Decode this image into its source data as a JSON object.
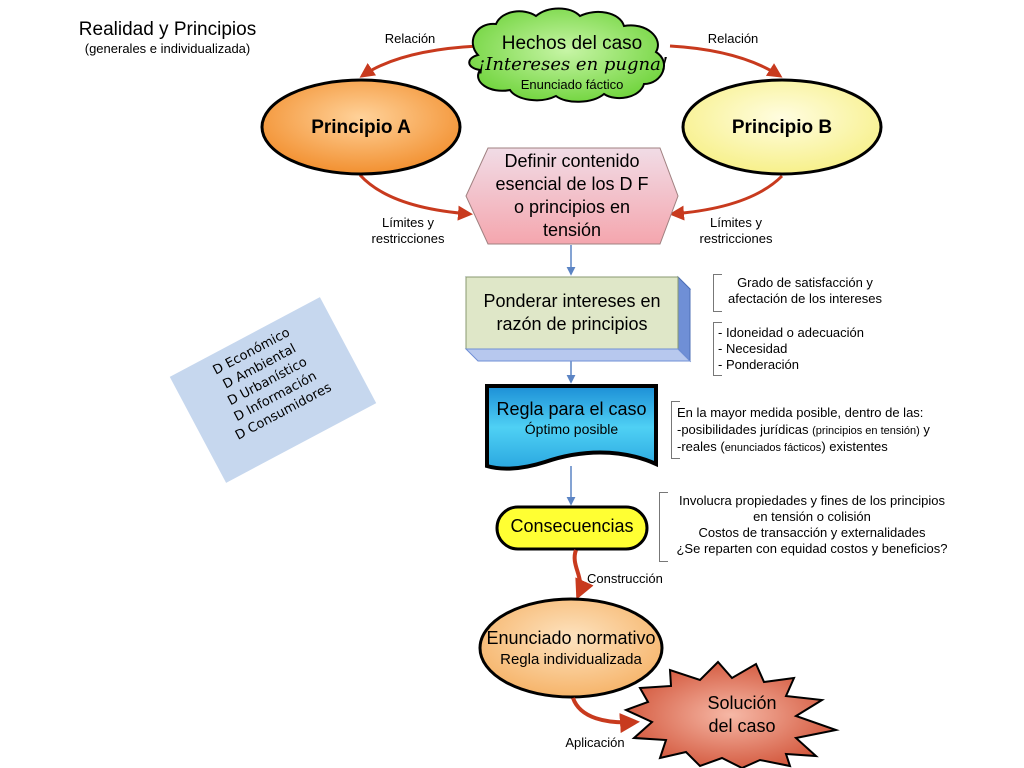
{
  "header": {
    "title": "Realidad y Principios",
    "subtitle": "(generales e individualizada)"
  },
  "nodes": {
    "hechos": {
      "title": "Hechos del caso",
      "emphasis": "¡Intereses en pugna!",
      "caption": "Enunciado fáctico"
    },
    "principio_a": "Principio A",
    "principio_b": "Principio B",
    "definir": [
      "Definir contenido",
      "esencial de los D F",
      "o principios en",
      "tensión"
    ],
    "ponderar": [
      "Ponderar intereses en",
      "razón de principios"
    ],
    "regla": {
      "title": "Regla para el caso",
      "caption": "Óptimo posible"
    },
    "consecuencias": "Consecuencias",
    "enunciado": {
      "title": "Enunciado normativo",
      "caption": "Regla individualizada"
    },
    "solucion": [
      "Solución",
      "del caso"
    ]
  },
  "arrow_labels": {
    "relacion_left": "Relación",
    "relacion_right": "Relación",
    "limites_left": [
      "Límites y",
      "restricciones"
    ],
    "limites_right": [
      "Límites y",
      "restricciones"
    ],
    "construccion": "Construcción",
    "aplicacion": "Aplicación"
  },
  "notes": {
    "grado": [
      "Grado de satisfacción y",
      "afectación de los intereses"
    ],
    "subprincipios": [
      "- Idoneidad o adecuación",
      "- Necesidad",
      "- Ponderación"
    ],
    "medida": {
      "line1": "En la mayor medida posible, dentro de las:",
      "line2_main": "-posibilidades jurídicas ",
      "line2_paren": "(principios en tensión)",
      "line2_end": " y",
      "line3_main": "-reales (",
      "line3_paren": "enunciados fácticos",
      "line3_end": ") existentes"
    },
    "involucra": [
      "Involucra propiedades y fines de los principios",
      "en tensión o colisión",
      "Costos de transacción y externalidades",
      "¿Se reparten con equidad costos y beneficios?"
    ]
  },
  "derechos_card": [
    "D Económico",
    "D Ambiental",
    "D Urbanístico",
    "D Información",
    "D Consumidores"
  ],
  "colors": {
    "green_cloud": "#8ee05a",
    "orange_oval": "#f5a040",
    "yellow_oval": "#fbf7a0",
    "definir_fill": "#f4b8c0",
    "ponderar_fill": "#dfe7c8",
    "ponderar_side": "#6f8fd6",
    "regla_fill": "#2aaee6",
    "consecuencias_fill": "#ffff33",
    "enunciado_fill": "#f9c98a",
    "solucion_fill": "#dd6a4a",
    "arrow_red": "#c83a1e",
    "connector_blue": "#5b84c4",
    "card_blue": "#c6d7ee"
  }
}
